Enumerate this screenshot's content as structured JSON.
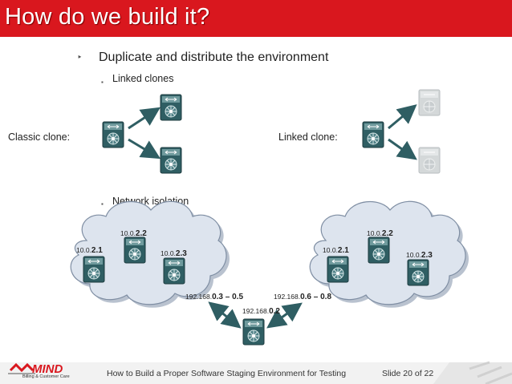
{
  "title": "How do we build it?",
  "bullets": {
    "main": "Duplicate and distribute the environment",
    "sub1": "Linked clones",
    "sub2": "Network isolation"
  },
  "labels": {
    "classic_clone": "Classic clone:",
    "linked_clone": "Linked clone:"
  },
  "left_cloud": {
    "ip_top_prefix": "10.0.",
    "ip_top_suffix": "2.2",
    "ip_left_prefix": "10.0.",
    "ip_left_suffix": "2.1",
    "ip_right_prefix": "10.0.",
    "ip_right_suffix": "2.3",
    "nat_prefix": "192.168.",
    "nat_suffix": "0.3 – 0.5"
  },
  "right_cloud": {
    "ip_top_prefix": "10.0.",
    "ip_top_suffix": "2.2",
    "ip_left_prefix": "10.0.",
    "ip_left_suffix": "2.1",
    "ip_right_prefix": "10.0.",
    "ip_right_suffix": "2.3",
    "nat_prefix": "192.168.",
    "nat_suffix": "0.6 – 0.8"
  },
  "center": {
    "ip_prefix": "192.168.",
    "ip_suffix": "0.2"
  },
  "footer": {
    "logo_text": "MIND",
    "logo_sub": "Billing & Customer Care",
    "caption": "How to Build a Proper Software Staging Environment for Testing",
    "slide": "Slide 20 of 22"
  },
  "colors": {
    "title_bg": "#d9171e",
    "cloud_fill": "#dde4ee",
    "router_body": "#2f5e63"
  }
}
